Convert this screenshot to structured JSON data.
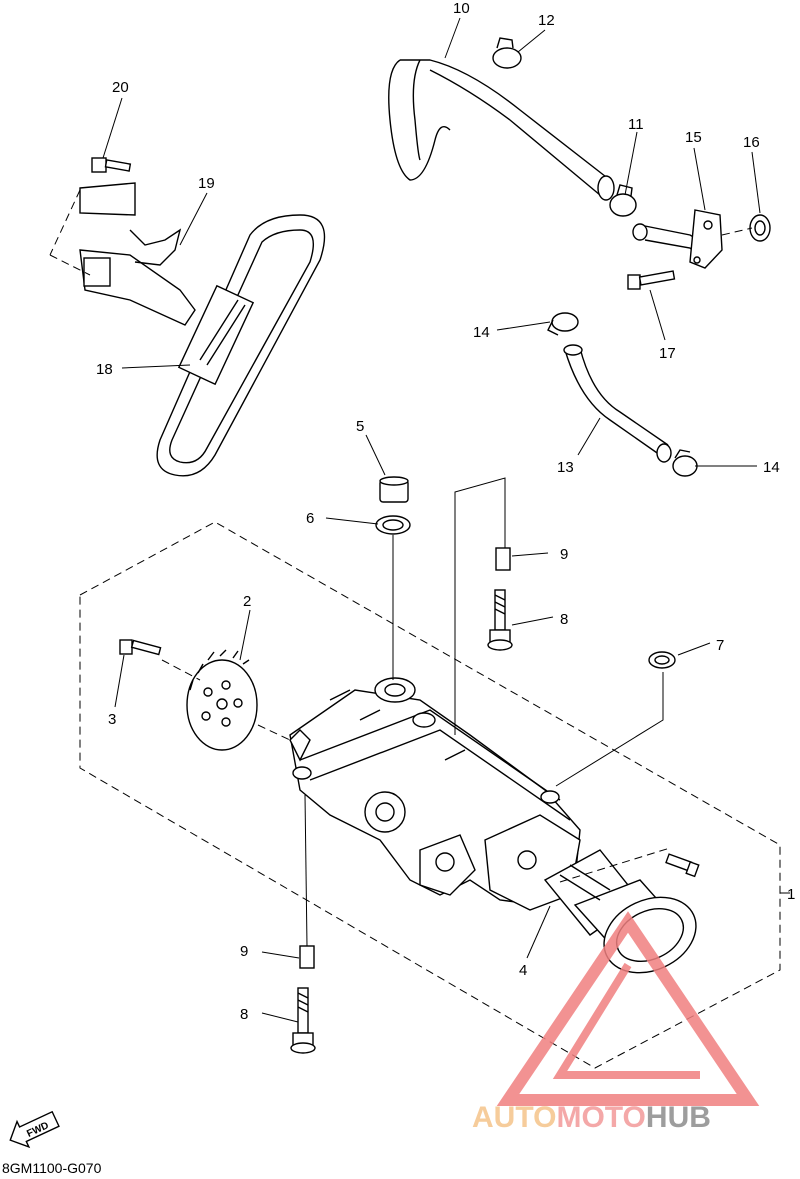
{
  "diagram": {
    "drawing_code": "8GM1100-G070",
    "fwd_label": "FWD",
    "callouts": [
      {
        "id": "c1",
        "label": "1"
      },
      {
        "id": "c2",
        "label": "2"
      },
      {
        "id": "c3",
        "label": "3"
      },
      {
        "id": "c4",
        "label": "4"
      },
      {
        "id": "c5",
        "label": "5"
      },
      {
        "id": "c6",
        "label": "6"
      },
      {
        "id": "c7",
        "label": "7"
      },
      {
        "id": "c8a",
        "label": "8"
      },
      {
        "id": "c8b",
        "label": "8"
      },
      {
        "id": "c9a",
        "label": "9"
      },
      {
        "id": "c9b",
        "label": "9"
      },
      {
        "id": "c10",
        "label": "10"
      },
      {
        "id": "c11",
        "label": "11"
      },
      {
        "id": "c12",
        "label": "12"
      },
      {
        "id": "c13",
        "label": "13"
      },
      {
        "id": "c14a",
        "label": "14"
      },
      {
        "id": "c14b",
        "label": "14"
      },
      {
        "id": "c15",
        "label": "15"
      },
      {
        "id": "c16",
        "label": "16"
      },
      {
        "id": "c17",
        "label": "17"
      },
      {
        "id": "c18",
        "label": "18"
      },
      {
        "id": "c19",
        "label": "19"
      },
      {
        "id": "c20",
        "label": "20"
      }
    ]
  },
  "watermark": {
    "part1": "AUTO",
    "part2": "MOTO",
    "part3": "HUB",
    "colors": {
      "auto": "#f5c48a",
      "moto": "#f39a9a",
      "hub": "#8c8c8c",
      "triangle": "#f08080"
    }
  }
}
